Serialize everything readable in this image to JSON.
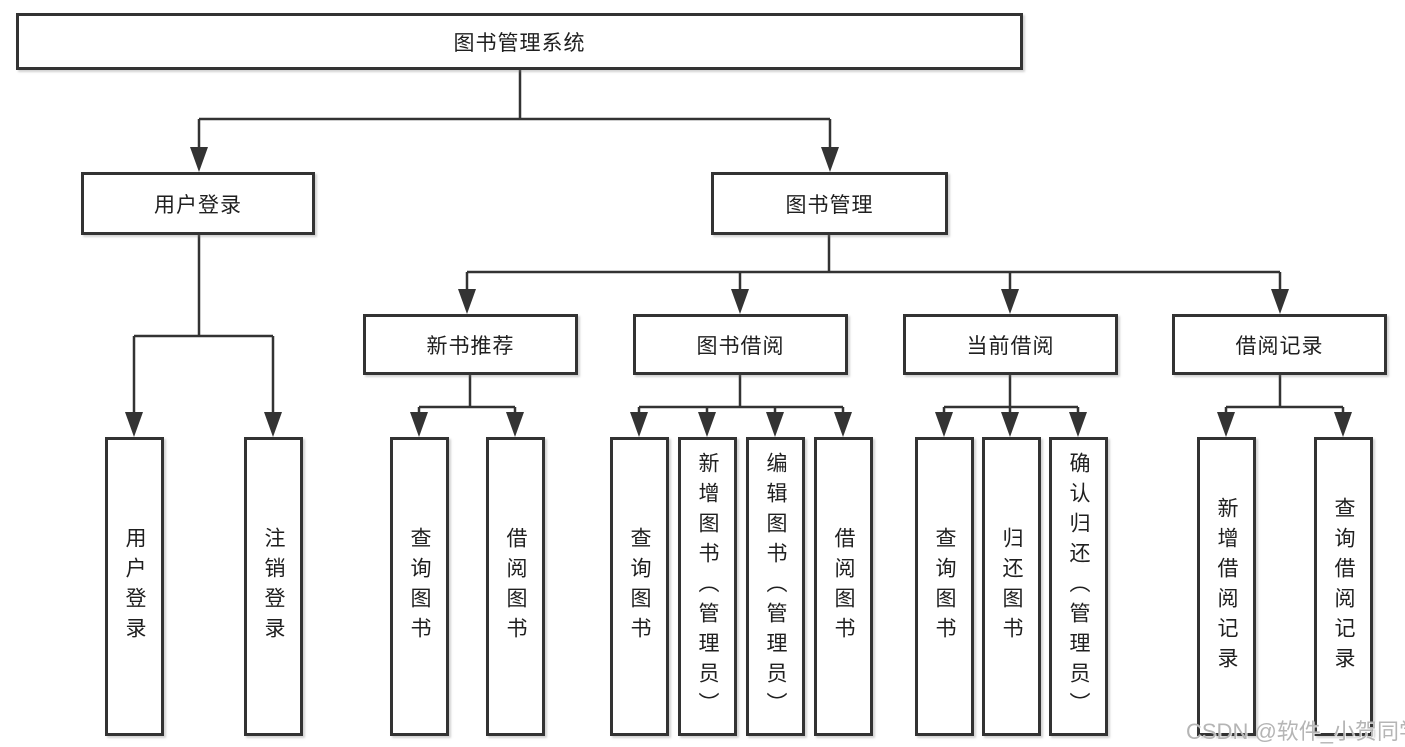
{
  "diagram": {
    "type": "hierarchy-tree",
    "root": {
      "label": "图书管理系统"
    },
    "level2": [
      {
        "label": "用户登录"
      },
      {
        "label": "图书管理"
      }
    ],
    "level3": [
      {
        "label": "新书推荐",
        "parent": "图书管理"
      },
      {
        "label": "图书借阅",
        "parent": "图书管理"
      },
      {
        "label": "当前借阅",
        "parent": "图书管理"
      },
      {
        "label": "借阅记录",
        "parent": "图书管理"
      }
    ],
    "leaves": [
      {
        "label": "用户登录",
        "parent": "用户登录"
      },
      {
        "label": "注销登录",
        "parent": "用户登录"
      },
      {
        "label": "查询图书",
        "parent": "新书推荐"
      },
      {
        "label": "借阅图书",
        "parent": "新书推荐"
      },
      {
        "label": "查询图书",
        "parent": "图书借阅"
      },
      {
        "label": "新增图书（管理员）",
        "parent": "图书借阅"
      },
      {
        "label": "编辑图书（管理员）",
        "parent": "图书借阅"
      },
      {
        "label": "借阅图书",
        "parent": "图书借阅"
      },
      {
        "label": "查询图书",
        "parent": "当前借阅"
      },
      {
        "label": "归还图书",
        "parent": "当前借阅"
      },
      {
        "label": "确认归还（管理员）",
        "parent": "当前借阅"
      },
      {
        "label": "新增借阅记录",
        "parent": "借阅记录"
      },
      {
        "label": "查询借阅记录",
        "parent": "借阅记录"
      }
    ],
    "watermark": "CSDN @软件_小贺同学",
    "colors": {
      "line": "#333333",
      "text": "#1f1f1f",
      "background": "#ffffff",
      "watermark": "#b5b5b5"
    }
  }
}
